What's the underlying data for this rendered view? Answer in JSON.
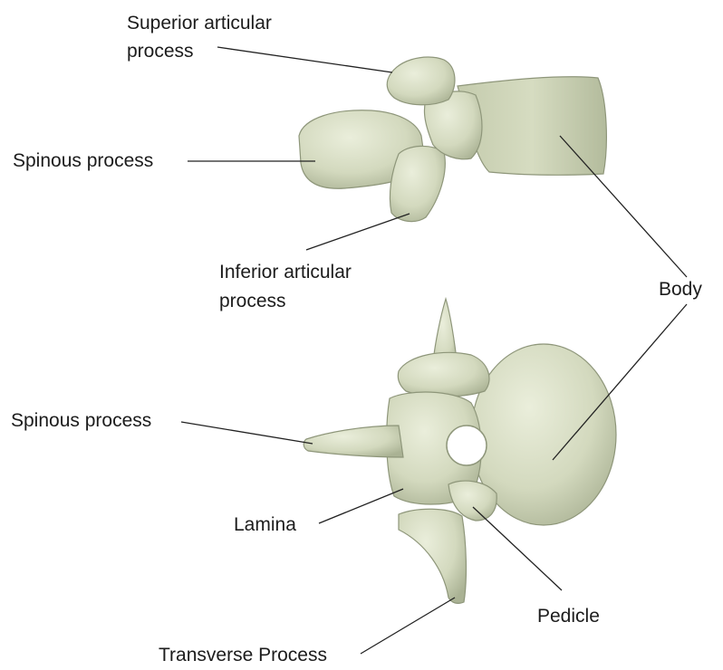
{
  "labels": {
    "superior_articular_process": [
      "Superior articular",
      "process"
    ],
    "spinous_process_top": "Spinous process",
    "inferior_articular_process": [
      "Inferior articular",
      "process"
    ],
    "body": "Body",
    "spinous_process_bottom": "Spinous process",
    "lamina": "Lamina",
    "pedicle": "Pedicle",
    "transverse_process": "Transverse Process"
  },
  "colors": {
    "bone_fill": "#d3d9be",
    "bone_shade": "#aab294",
    "bone_highlight": "#eaeedb",
    "bone_outline": "#8e967a",
    "leader_line": "#222222"
  }
}
